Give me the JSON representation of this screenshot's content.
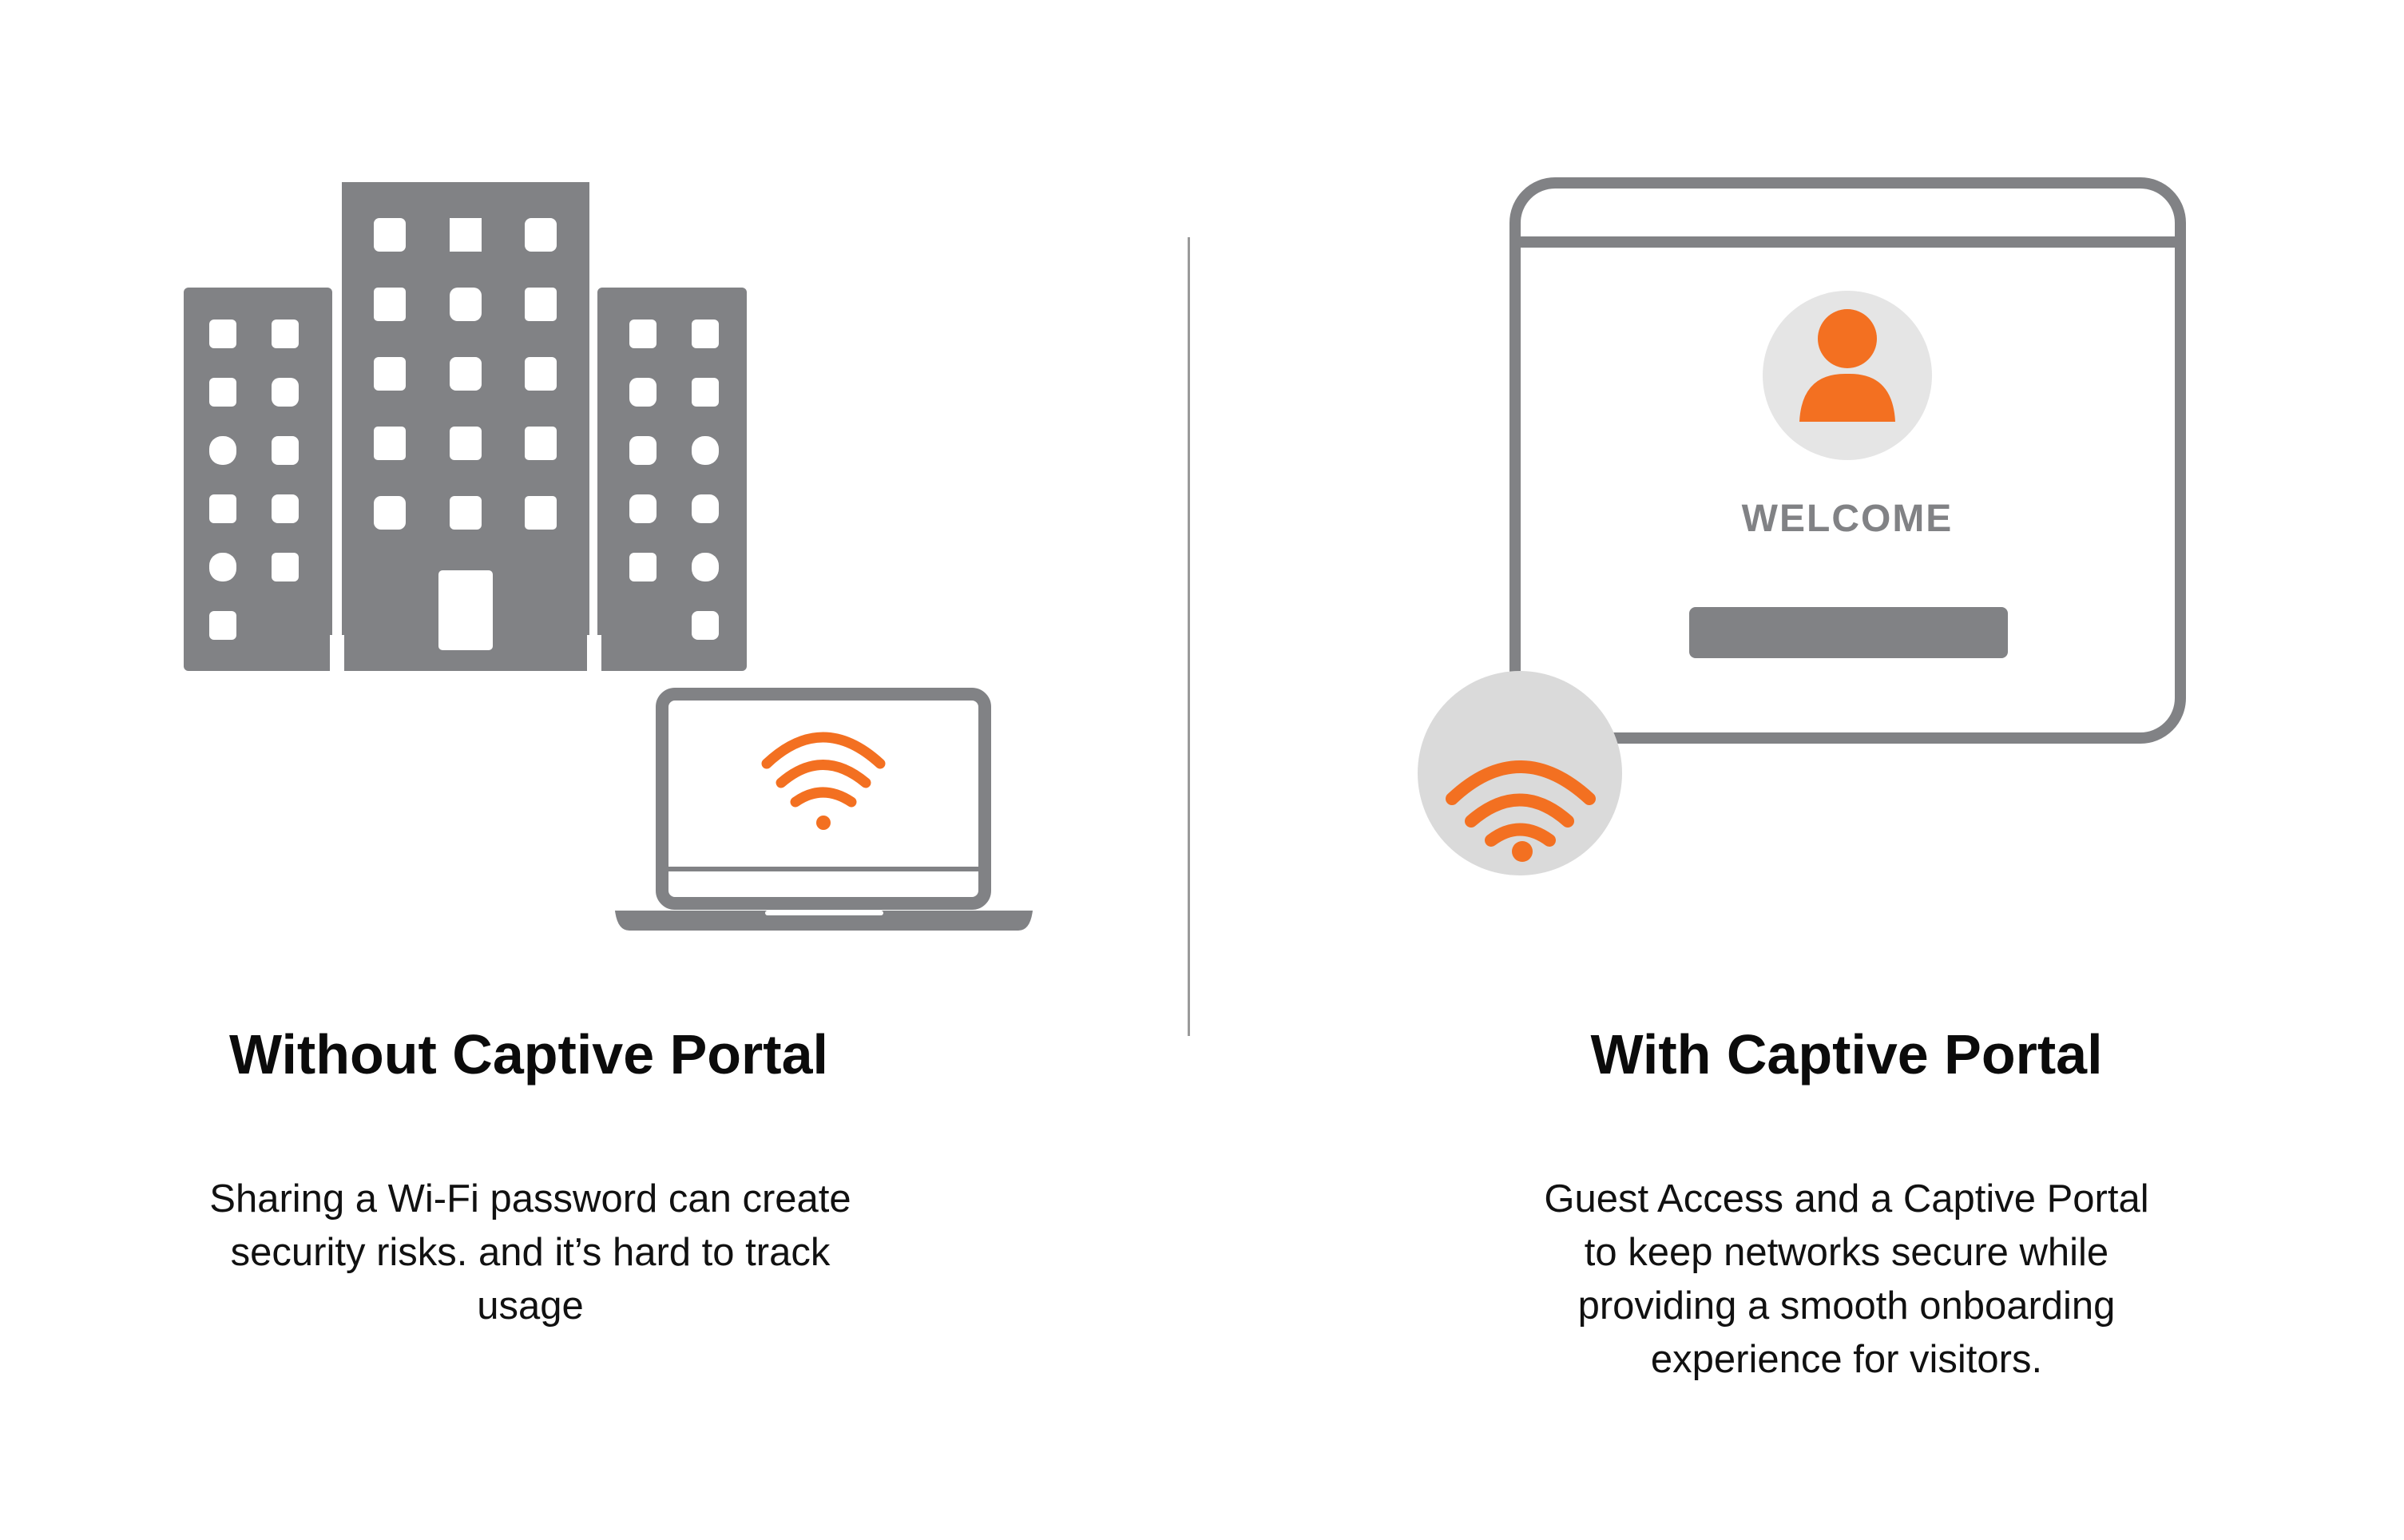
{
  "left_panel": {
    "title": "Without Captive Portal",
    "description_lines": [
      "Sharing a Wi-Fi password can create",
      "security risks. and it’s hard to track",
      "usage"
    ]
  },
  "right_panel": {
    "title": "With Captive Portal",
    "portal_welcome": "WELCOME",
    "description_lines": [
      "Guest Access and a Captive Portal",
      "to keep networks secure while",
      "providing a smooth onboarding",
      "experience for visitors."
    ]
  },
  "colors": {
    "gray": "#818285",
    "orange": "#f37021",
    "light_gray": "#e5e5e5",
    "circle_gray": "#dadada"
  }
}
